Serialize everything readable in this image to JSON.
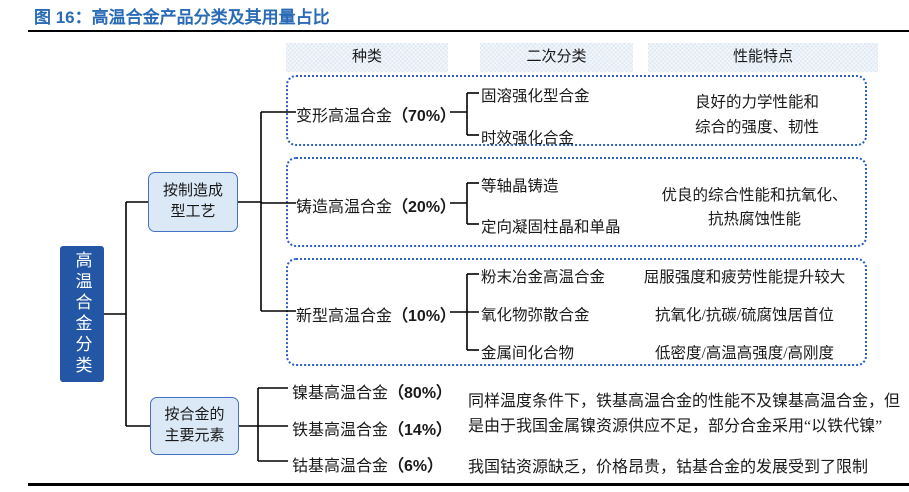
{
  "title": "图 16：高温合金产品分类及其用量占比",
  "colors": {
    "title_blue": "#2A6BB5",
    "dashed_border": "#2C5FC6",
    "node_fill": "#DBE8F6",
    "node_border": "#4472C4",
    "root_fill": "#2356A5",
    "header_fill": "#DFE9F4",
    "rule_black": "#000000"
  },
  "columns": {
    "kind": "种类",
    "secondary": "二次分类",
    "performance": "性能特点"
  },
  "root_label": "高温合金分类",
  "branch_process": {
    "line1": "按制造成",
    "line2": "型工艺"
  },
  "branch_element": {
    "line1": "按合金的",
    "line2": "主要元素"
  },
  "process_groups": [
    {
      "name": "变形高温合金",
      "pct": "（70%）",
      "children": [
        "固溶强化型合金",
        "时效强化合金"
      ],
      "perf": [
        "良好的力学性能和",
        "综合的强度、韧性"
      ]
    },
    {
      "name": "铸造高温合金",
      "pct": "（20%）",
      "children": [
        "等轴晶铸造",
        "定向凝固柱晶和单晶"
      ],
      "perf": [
        "优良的综合性能和抗氧化、",
        "抗热腐蚀性能"
      ]
    },
    {
      "name": "新型高温合金",
      "pct": "（10%）",
      "children": [
        "粉末冶金高温合金",
        "氧化物弥散合金",
        "金属间化合物"
      ],
      "perf": [
        "屈服强度和疲劳性能提升较大",
        "抗氧化/抗碳/硫腐蚀居首位",
        "低密度/高温高强度/高刚度"
      ]
    }
  ],
  "element_groups": [
    {
      "name": "镍基高温合金",
      "pct": "（80%）"
    },
    {
      "name": "铁基高温合金",
      "pct": "（14%）"
    },
    {
      "name": "钴基高温合金",
      "pct": "（6%）"
    }
  ],
  "notes": {
    "nickel_iron_line1": "同样温度条件下，铁基高温合金的性能不及镍基高温合金，但",
    "nickel_iron_line2": "是由于我国金属镍资源供应不足，部分合金采用“以铁代镍”",
    "cobalt": "我国钴资源缺乏，价格昂贵，钴基合金的发展受到了限制"
  }
}
